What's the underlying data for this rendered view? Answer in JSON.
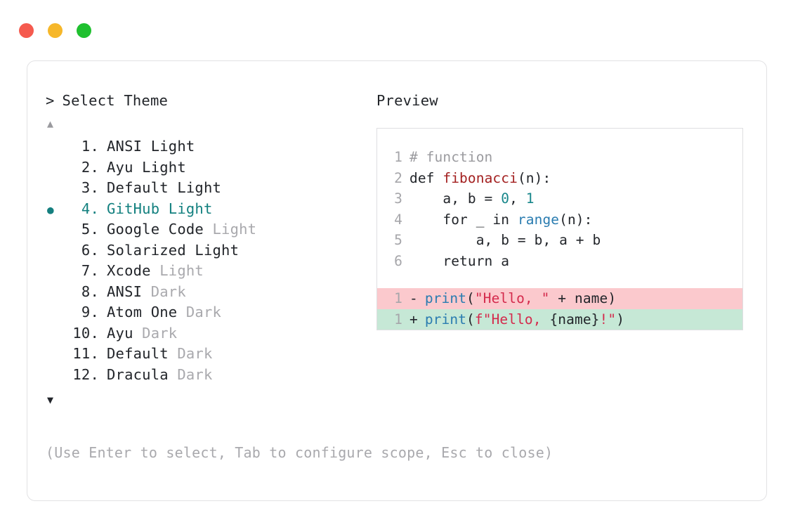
{
  "window": {
    "traffic_lights": [
      {
        "name": "close",
        "color": "#f55a4e"
      },
      {
        "name": "minimize",
        "color": "#f6b72a"
      },
      {
        "name": "maximize",
        "color": "#1fc02f"
      }
    ]
  },
  "left_pane": {
    "prompt_caret": ">",
    "prompt_title": "Select Theme",
    "scroll_up_glyph": "▲",
    "scroll_down_glyph": "▼",
    "selected_index": 4,
    "selected_bullet": "●",
    "accent_color": "#13807f",
    "themes": [
      {
        "num": "1.",
        "name": "ANSI Light",
        "suffix": "",
        "selected": false
      },
      {
        "num": "2.",
        "name": "Ayu Light",
        "suffix": "",
        "selected": false
      },
      {
        "num": "3.",
        "name": "Default Light",
        "suffix": "",
        "selected": false
      },
      {
        "num": "4.",
        "name": "GitHub Light",
        "suffix": "",
        "selected": true
      },
      {
        "num": "5.",
        "name": "Google Code",
        "suffix": "Light",
        "selected": false
      },
      {
        "num": "6.",
        "name": "Solarized Light",
        "suffix": "",
        "selected": false
      },
      {
        "num": "7.",
        "name": "Xcode",
        "suffix": "Light",
        "selected": false
      },
      {
        "num": "8.",
        "name": "ANSI",
        "suffix": "Dark",
        "selected": false
      },
      {
        "num": "9.",
        "name": "Atom One",
        "suffix": "Dark",
        "selected": false
      },
      {
        "num": "10.",
        "name": "Ayu",
        "suffix": "Dark",
        "selected": false
      },
      {
        "num": "11.",
        "name": "Default",
        "suffix": "Dark",
        "selected": false
      },
      {
        "num": "12.",
        "name": "Dracula",
        "suffix": "Dark",
        "selected": false
      }
    ]
  },
  "right_pane": {
    "title": "Preview",
    "code_lines": [
      {
        "ln": "1",
        "tokens": [
          {
            "t": "# function",
            "c": "t-comment"
          }
        ]
      },
      {
        "ln": "2",
        "tokens": [
          {
            "t": "def ",
            "c": "t-def"
          },
          {
            "t": "fibonacci",
            "c": "t-func"
          },
          {
            "t": "(n):",
            "c": "t-plain"
          }
        ]
      },
      {
        "ln": "3",
        "tokens": [
          {
            "t": "    a, b = ",
            "c": "t-plain"
          },
          {
            "t": "0",
            "c": "t-num"
          },
          {
            "t": ", ",
            "c": "t-plain"
          },
          {
            "t": "1",
            "c": "t-num"
          }
        ]
      },
      {
        "ln": "4",
        "tokens": [
          {
            "t": "    for _ in ",
            "c": "t-plain"
          },
          {
            "t": "range",
            "c": "t-builtin"
          },
          {
            "t": "(n):",
            "c": "t-plain"
          }
        ]
      },
      {
        "ln": "5",
        "tokens": [
          {
            "t": "        a, b = b, a + b",
            "c": "t-plain"
          }
        ]
      },
      {
        "ln": "6",
        "tokens": [
          {
            "t": "    return a",
            "c": "t-plain"
          }
        ]
      }
    ],
    "diff_lines": [
      {
        "kind": "del",
        "ln": "1",
        "sign": "-",
        "bg": "#fbc9cd",
        "tokens": [
          {
            "t": "print",
            "c": "t-fnname"
          },
          {
            "t": "(",
            "c": "t-plain"
          },
          {
            "t": "\"Hello, \"",
            "c": "t-string"
          },
          {
            "t": " + name)",
            "c": "t-plain"
          }
        ]
      },
      {
        "kind": "add",
        "ln": "1",
        "sign": "+",
        "bg": "#c6e8d6",
        "tokens": [
          {
            "t": "print",
            "c": "t-fnname"
          },
          {
            "t": "(",
            "c": "t-plain"
          },
          {
            "t": "f\"Hello, ",
            "c": "t-string"
          },
          {
            "t": "{name}",
            "c": "t-plain"
          },
          {
            "t": "!\"",
            "c": "t-string"
          },
          {
            "t": ")",
            "c": "t-plain"
          }
        ]
      }
    ]
  },
  "footer": {
    "hint": "(Use Enter to select, Tab to configure scope, Esc to close)"
  }
}
